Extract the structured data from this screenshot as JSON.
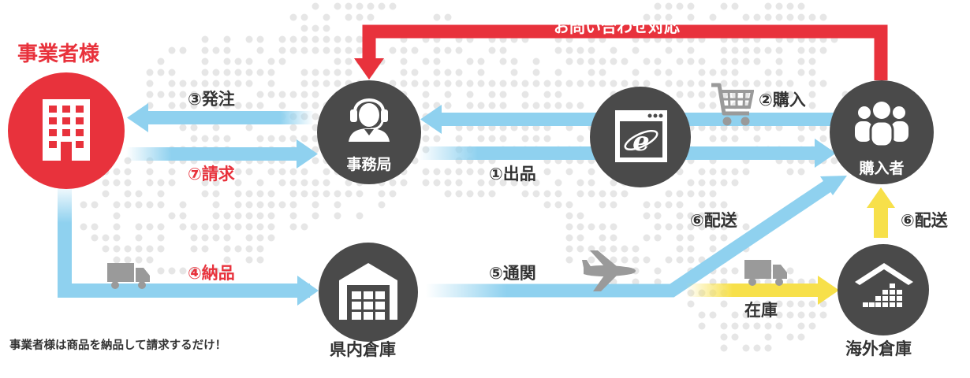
{
  "labels": {
    "business": "事業者様",
    "feedback": "お問い合わせ対応",
    "order": "③発注",
    "billing": "⑦請求",
    "listing": "①出品",
    "purchase": "②購入",
    "delivery_diag": "⑥配送",
    "delivery_up": "⑥配送",
    "deliver_goods": "④納品",
    "customs": "⑤通関",
    "stock": "在庫",
    "note": "事業者様は商品を納品して請求するだけ！"
  },
  "nodes": {
    "secretariat": "事務局",
    "buyer": "購入者",
    "pref_warehouse": "県内倉庫",
    "overseas_warehouse": "海外倉庫"
  },
  "colors": {
    "red": "#e8323c",
    "dark": "#4a4a4a",
    "blue": "#8fd1ef",
    "yellow": "#f7e04a",
    "dot": "#e6e6e6",
    "gray_icon": "#9a9a9a"
  },
  "icons": [
    "building-icon",
    "headset-operator-icon",
    "browser-ie-icon",
    "people-icon",
    "warehouse-icon",
    "overseas-warehouse-icon",
    "cart-icon",
    "truck-icon",
    "airplane-icon"
  ]
}
